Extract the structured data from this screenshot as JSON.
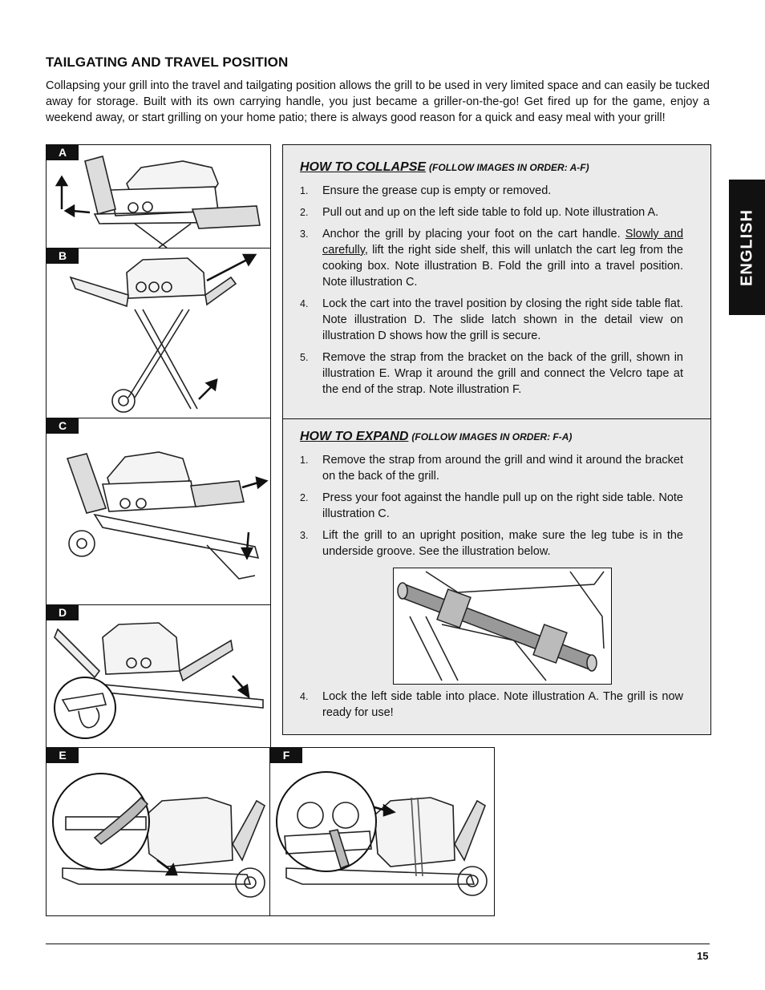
{
  "heading": "TAILGATING AND TRAVEL POSITION",
  "intro": "Collapsing your grill into the travel and tailgating position allows the grill to be used in very limited space and can easily be tucked away for storage. Built with its own carrying handle, you just became a griller-on-the-go! Get fired up for the game, enjoy a weekend away, or start grilling on your home patio; there is always good reason for a quick and easy meal with your grill!",
  "side_tab": "ENGLISH",
  "panels": {
    "a": "A",
    "b": "B",
    "c": "C",
    "d": "D",
    "e": "E",
    "f": "F"
  },
  "collapse": {
    "title": "HOW TO COLLAPSE",
    "subtitle": "(FOLLOW IMAGES IN ORDER: A-F)",
    "steps": [
      {
        "n": "1.",
        "text": "Ensure the grease cup is empty or removed."
      },
      {
        "n": "2.",
        "text": "Pull out and up on the left side table to fold up. Note illustration A."
      },
      {
        "n": "3.",
        "pre": "Anchor the grill by placing your foot on the cart handle. ",
        "underline": "Slowly and carefully",
        "post": ", lift the right side shelf, this will unlatch the cart leg from the cooking box. Note illustration B. Fold the grill into a travel position. Note illustration C."
      },
      {
        "n": "4.",
        "text": "Lock the cart into the travel position by closing the right side table flat. Note illustration D. The slide latch shown in the detail view on illustration D shows how the grill is secure."
      },
      {
        "n": "5.",
        "text": "Remove the strap from the bracket on the back of the grill, shown in illustration E. Wrap it around the grill and connect the Velcro tape at the end of the strap. Note illustration F."
      }
    ]
  },
  "expand": {
    "title": "HOW TO EXPAND",
    "subtitle": "(FOLLOW IMAGES IN ORDER: F-A)",
    "steps": [
      {
        "n": "1.",
        "text": "Remove the strap from around the grill and wind it around the bracket on the back of the grill."
      },
      {
        "n": "2.",
        "text": "Press your foot against the handle pull up on the right side table. Note illustration C."
      },
      {
        "n": "3.",
        "text": "Lift the grill to an upright position, make sure the leg tube is in the underside groove. See the illustration below."
      },
      {
        "n": "4.",
        "text": "Lock the left side table into place. Note illustration A. The grill is now ready for use!"
      }
    ]
  },
  "page_number": "15"
}
